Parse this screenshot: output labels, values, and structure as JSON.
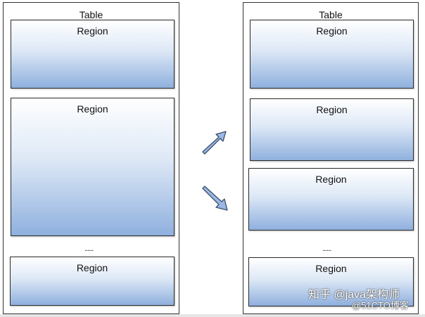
{
  "left_table": {
    "title": "Table",
    "regions": [
      {
        "label": "Region"
      },
      {
        "label": "Region"
      },
      {
        "label": "Region"
      }
    ],
    "ellipsis": "......"
  },
  "right_table": {
    "title": "Table",
    "regions": [
      {
        "label": "Region"
      },
      {
        "label": "Region"
      },
      {
        "label": "Region"
      },
      {
        "label": "Region"
      }
    ],
    "ellipsis": "......"
  },
  "arrows": [
    {
      "direction": "up-right"
    },
    {
      "direction": "down-right"
    }
  ],
  "watermark": {
    "line1": "知乎 @java架构师",
    "line2": "@51CTO博客"
  },
  "colors": {
    "border": "#333333",
    "region_top": "#ffffff",
    "region_bottom": "#8fb0de",
    "arrow_fill": "#9bb8e2"
  }
}
